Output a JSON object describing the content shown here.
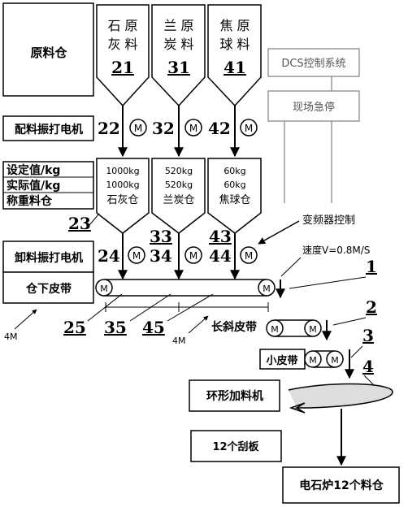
{
  "blocks": {
    "raw_silo": "原料仓",
    "batch_motor": "配料振打电机",
    "setpoint": "设定值/kg",
    "actual": "实际值/kg",
    "weigh_bin": "称重料仓",
    "unload_motor": "卸料振打电机",
    "under_belt": "仓下皮带",
    "long_belt": "长斜皮带",
    "small_belt": "小皮带",
    "ring_feeder": "环形加料机",
    "scrapers": "12个刮板",
    "furnace_bins": "电石炉12个料仓"
  },
  "controls": {
    "dcs": "DCS控制系统",
    "estop": "现场急停",
    "vfd": "变频器控制",
    "speed": "速度V=0.8M/S"
  },
  "hoppers": [
    {
      "line1": "石 原",
      "line2": "灰 料",
      "num": "21"
    },
    {
      "line1": "兰 原",
      "line2": "炭 料",
      "num": "31"
    },
    {
      "line1": "焦 原",
      "line2": "球 料",
      "num": "41"
    }
  ],
  "feeder_nums": [
    "22",
    "32",
    "42"
  ],
  "bins": [
    {
      "set": "1000kg",
      "actual": "1000kg",
      "name": "石灰仓"
    },
    {
      "set": "520kg",
      "actual": "520kg",
      "name": "兰炭仓"
    },
    {
      "set": "60kg",
      "actual": "60kg",
      "name": "焦球仓"
    }
  ],
  "labels": {
    "n23": "23",
    "n24": "24",
    "n33": "33",
    "n34": "34",
    "n43": "43",
    "n44": "44",
    "n25": "25",
    "n35": "35",
    "n45": "45",
    "n1": "1",
    "n2": "2",
    "n3": "3",
    "n4": "4",
    "dim_left": "4M",
    "dim_right": "4M",
    "motor": "M"
  }
}
